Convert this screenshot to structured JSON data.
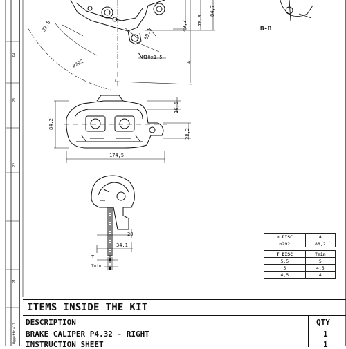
{
  "drawing": {
    "section_label": "B-B",
    "dim_325": "32,5",
    "dim_phi292": "⌀292",
    "dim_691": "69,1",
    "dim_493": "49,3",
    "dim_783": "78,3",
    "dim_847": "84,7",
    "dim_m10": "M10x1,5",
    "label_a": "A",
    "label_c": "C",
    "dim_842": "84,2",
    "dim_166": "16,6",
    "dim_382": "38,2",
    "dim_1745": "174,5",
    "dim_20": "20",
    "dim_341": "34,1",
    "label_t": "T",
    "label_tmin": "Tmin"
  },
  "disc_table": {
    "col1_header": "⌀ DISC",
    "col2_header": "A",
    "row1": [
      "⌀292",
      "88,2"
    ],
    "col3_header": "T DISC",
    "col4_header": "Tmin",
    "rows": [
      [
        "5,5",
        "5"
      ],
      [
        "5",
        "4,5"
      ],
      [
        "4,5",
        "4"
      ]
    ]
  },
  "kit": {
    "title": "ITEMS INSIDE THE KIT",
    "col_description": "DESCRIPTION",
    "col_qty": "QTY",
    "items": [
      {
        "description": "BRAKE CALIPER P4.32 - RIGHT",
        "qty": "1"
      },
      {
        "description": "INSTRUCTION SHEET",
        "qty": "1"
      }
    ]
  },
  "strip": {
    "labels": [
      "P4",
      "P3",
      "P2",
      "P1",
      "Oggetto",
      "All"
    ]
  }
}
